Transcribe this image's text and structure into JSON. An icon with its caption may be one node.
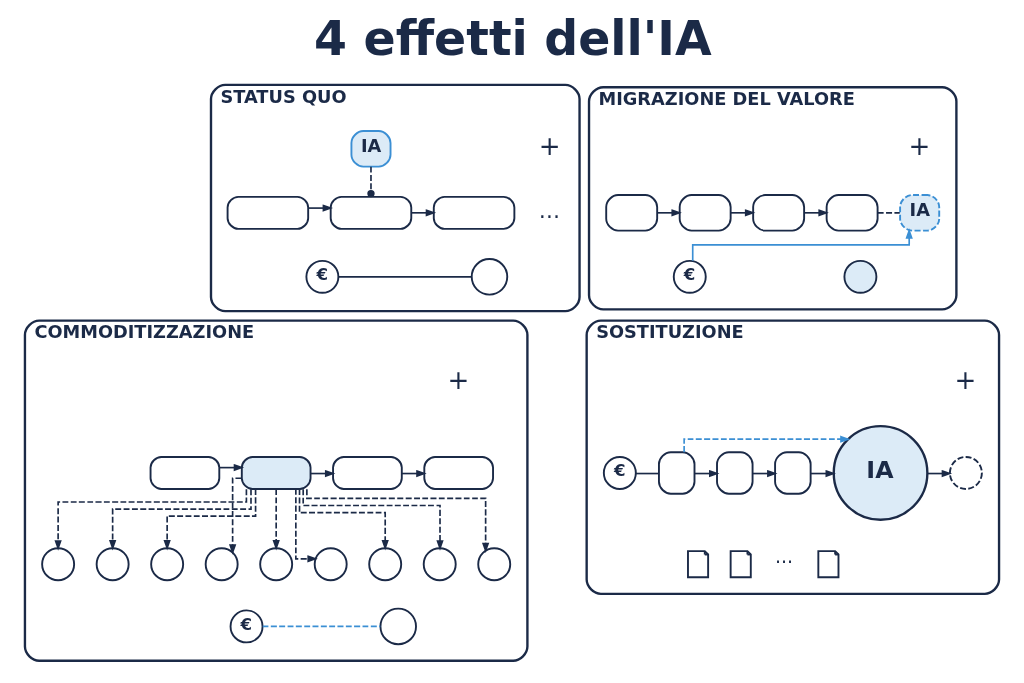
{
  "diagram": {
    "title": "4 effetti dell'IA",
    "nodes": [
      {
        "text": [
          "STATUS QUO"
        ]
      },
      {
        "text": [
          "IA"
        ],
        "in": 0
      },
      {
        "text": [],
        "shape": "box",
        "in": 0
      },
      {
        "text": [],
        "shape": "box",
        "in": 0
      },
      {
        "text": [],
        "shape": "box",
        "in": 0
      },
      {
        "text": [
          "€"
        ],
        "in": 0
      },
      {
        "text": [],
        "shape": "person",
        "in": 0
      },
      {
        "text": [
          "MIGRAZIONE DEL VALORE"
        ]
      },
      {
        "text": [],
        "shape": "box",
        "in": 7
      },
      {
        "text": [],
        "shape": "box",
        "in": 7
      },
      {
        "text": [],
        "shape": "box",
        "in": 7
      },
      {
        "text": [],
        "shape": "box",
        "in": 7
      },
      {
        "text": [
          "IA"
        ],
        "in": 7
      },
      {
        "text": [
          "€"
        ],
        "in": 7
      },
      {
        "text": [],
        "shape": "person",
        "in": 7
      },
      {
        "text": [
          "COMMODITIZZAZIONE"
        ]
      },
      {
        "text": [],
        "shape": "box",
        "in": 15
      },
      {
        "text": [],
        "shape": "box",
        "in": 15
      },
      {
        "text": [],
        "shape": "box",
        "in": 15
      },
      {
        "text": [],
        "shape": "box",
        "in": 15
      },
      {
        "text": [],
        "shape": "person",
        "in": 15
      },
      {
        "text": [],
        "shape": "person",
        "in": 15
      },
      {
        "text": [],
        "shape": "person",
        "in": 15
      },
      {
        "text": [],
        "shape": "person",
        "in": 15
      },
      {
        "text": [],
        "shape": "person",
        "in": 15
      },
      {
        "text": [],
        "shape": "person",
        "in": 15
      },
      {
        "text": [],
        "shape": "person",
        "in": 15
      },
      {
        "text": [],
        "shape": "person",
        "in": 15
      },
      {
        "text": [],
        "shape": "person",
        "in": 15
      },
      {
        "text": [
          "€"
        ],
        "in": 15
      },
      {
        "text": [],
        "shape": "person",
        "in": 15
      },
      {
        "text": [
          "SOSTITUZIONE"
        ]
      },
      {
        "text": [
          "€"
        ],
        "in": 31
      },
      {
        "text": [],
        "shape": "box",
        "in": 31
      },
      {
        "text": [],
        "shape": "box",
        "in": 31
      },
      {
        "text": [],
        "shape": "box",
        "in": 31
      },
      {
        "text": [
          "IA"
        ],
        "in": 31
      },
      {
        "text": [],
        "shape": "person",
        "in": 31
      },
      {
        "text": [],
        "shape": "document",
        "in": 31
      },
      {
        "text": [],
        "shape": "document",
        "in": 31
      },
      {
        "text": [],
        "shape": "document",
        "in": 31
      }
    ],
    "edges": [
      {
        "from": 1,
        "to": 3,
        "arrow": "other",
        "style": "dashed"
      },
      {
        "from": 2,
        "to": 3,
        "arrow": "to"
      },
      {
        "from": 3,
        "to": 4,
        "arrow": "to"
      },
      {
        "from": 5,
        "to": 6,
        "arrow": "none"
      },
      {
        "from": 8,
        "to": 9,
        "arrow": "to"
      },
      {
        "from": 9,
        "to": 10,
        "arrow": "to"
      },
      {
        "from": 10,
        "to": 11,
        "arrow": "to"
      },
      {
        "from": 11,
        "to": 12,
        "arrow": "none",
        "style": "dashed"
      },
      {
        "from": 13,
        "to": 12,
        "arrow": "to",
        "color": "#3b8fd4"
      },
      {
        "from": 16,
        "to": 17,
        "arrow": "to"
      },
      {
        "from": 17,
        "to": 18,
        "arrow": "to"
      },
      {
        "from": 18,
        "to": 19,
        "arrow": "to"
      },
      {
        "from": 17,
        "to": 20,
        "arrow": "to",
        "style": "dashed"
      },
      {
        "from": 17,
        "to": 21,
        "arrow": "to",
        "style": "dashed"
      },
      {
        "from": 17,
        "to": 22,
        "arrow": "to",
        "style": "dashed"
      },
      {
        "from": 17,
        "to": 23,
        "arrow": "to",
        "style": "dashed"
      },
      {
        "from": 17,
        "to": 24,
        "arrow": "to",
        "style": "dashed"
      },
      {
        "from": 17,
        "to": 25,
        "arrow": "to",
        "style": "dashed"
      },
      {
        "from": 17,
        "to": 26,
        "arrow": "to",
        "style": "dashed"
      },
      {
        "from": 17,
        "to": 27,
        "arrow": "to",
        "style": "dashed"
      },
      {
        "from": 17,
        "to": 28,
        "arrow": "to",
        "style": "dashed"
      },
      {
        "from": 29,
        "to": 30,
        "arrow": "none",
        "style": "dashed",
        "color": "#3b8fd4"
      },
      {
        "from": 32,
        "to": 33,
        "arrow": "none"
      },
      {
        "from": 33,
        "to": 34,
        "arrow": "to"
      },
      {
        "from": 34,
        "to": 35,
        "arrow": "to"
      },
      {
        "from": 35,
        "to": 36,
        "arrow": "to"
      },
      {
        "from": 36,
        "to": 37,
        "arrow": "to"
      },
      {
        "from": 33,
        "to": 36,
        "arrow": "to",
        "style": "dashed",
        "color": "#3b8fd4"
      }
    ],
    "labels": [
      "+",
      "…",
      "+",
      "+",
      "+",
      "···"
    ]
  }
}
